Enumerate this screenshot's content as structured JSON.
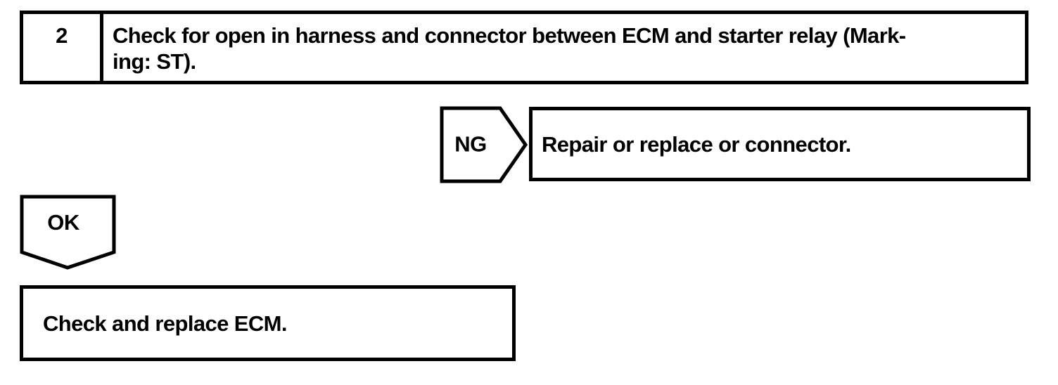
{
  "page": {
    "background": "#ffffff",
    "ink": "#000000"
  },
  "step_box": {
    "number": "2",
    "lines": [
      "Check for open in harness and connector between ECM and starter relay (Mark-",
      "ing: ST)."
    ]
  },
  "ng_branch": {
    "label": "NG",
    "action": "Repair or replace or connector."
  },
  "ok_branch": {
    "label": "OK",
    "action": "Check and replace ECM."
  }
}
